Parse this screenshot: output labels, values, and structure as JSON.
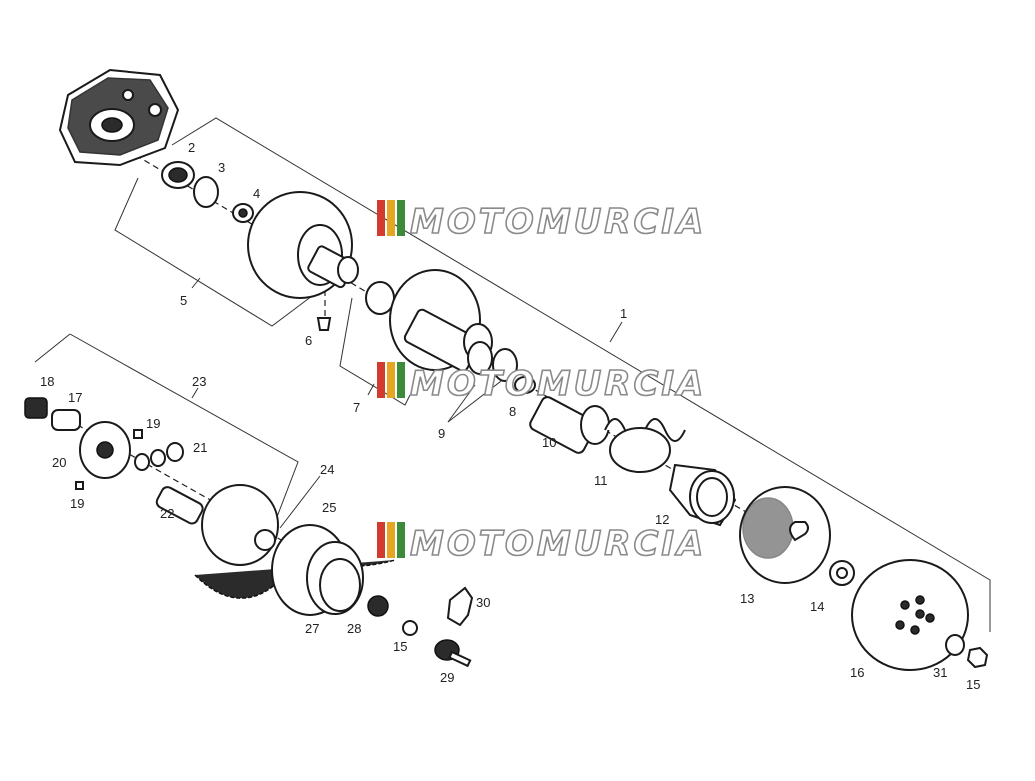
{
  "watermark": {
    "text": "MOTOMURCIA",
    "stripe_colors": [
      "#d23b2e",
      "#e6a623",
      "#3d8b3a",
      "#9a9a9a"
    ]
  },
  "callouts": [
    {
      "id": "1",
      "label": "1"
    },
    {
      "id": "2",
      "label": "2"
    },
    {
      "id": "3",
      "label": "3"
    },
    {
      "id": "4",
      "label": "4"
    },
    {
      "id": "5",
      "label": "5"
    },
    {
      "id": "6",
      "label": "6"
    },
    {
      "id": "7",
      "label": "7"
    },
    {
      "id": "8",
      "label": "8"
    },
    {
      "id": "9",
      "label": "9"
    },
    {
      "id": "10",
      "label": "10"
    },
    {
      "id": "11",
      "label": "11"
    },
    {
      "id": "12",
      "label": "12"
    },
    {
      "id": "13",
      "label": "13"
    },
    {
      "id": "14",
      "label": "14"
    },
    {
      "id": "15a",
      "label": "15"
    },
    {
      "id": "15b",
      "label": "15"
    },
    {
      "id": "16",
      "label": "16"
    },
    {
      "id": "17",
      "label": "17"
    },
    {
      "id": "18",
      "label": "18"
    },
    {
      "id": "19a",
      "label": "19"
    },
    {
      "id": "19b",
      "label": "19"
    },
    {
      "id": "20",
      "label": "20"
    },
    {
      "id": "21",
      "label": "21"
    },
    {
      "id": "22",
      "label": "22"
    },
    {
      "id": "23",
      "label": "23"
    },
    {
      "id": "24",
      "label": "24"
    },
    {
      "id": "25",
      "label": "25"
    },
    {
      "id": "27",
      "label": "27"
    },
    {
      "id": "28",
      "label": "28"
    },
    {
      "id": "29",
      "label": "29"
    },
    {
      "id": "30",
      "label": "30"
    },
    {
      "id": "31",
      "label": "31"
    }
  ]
}
